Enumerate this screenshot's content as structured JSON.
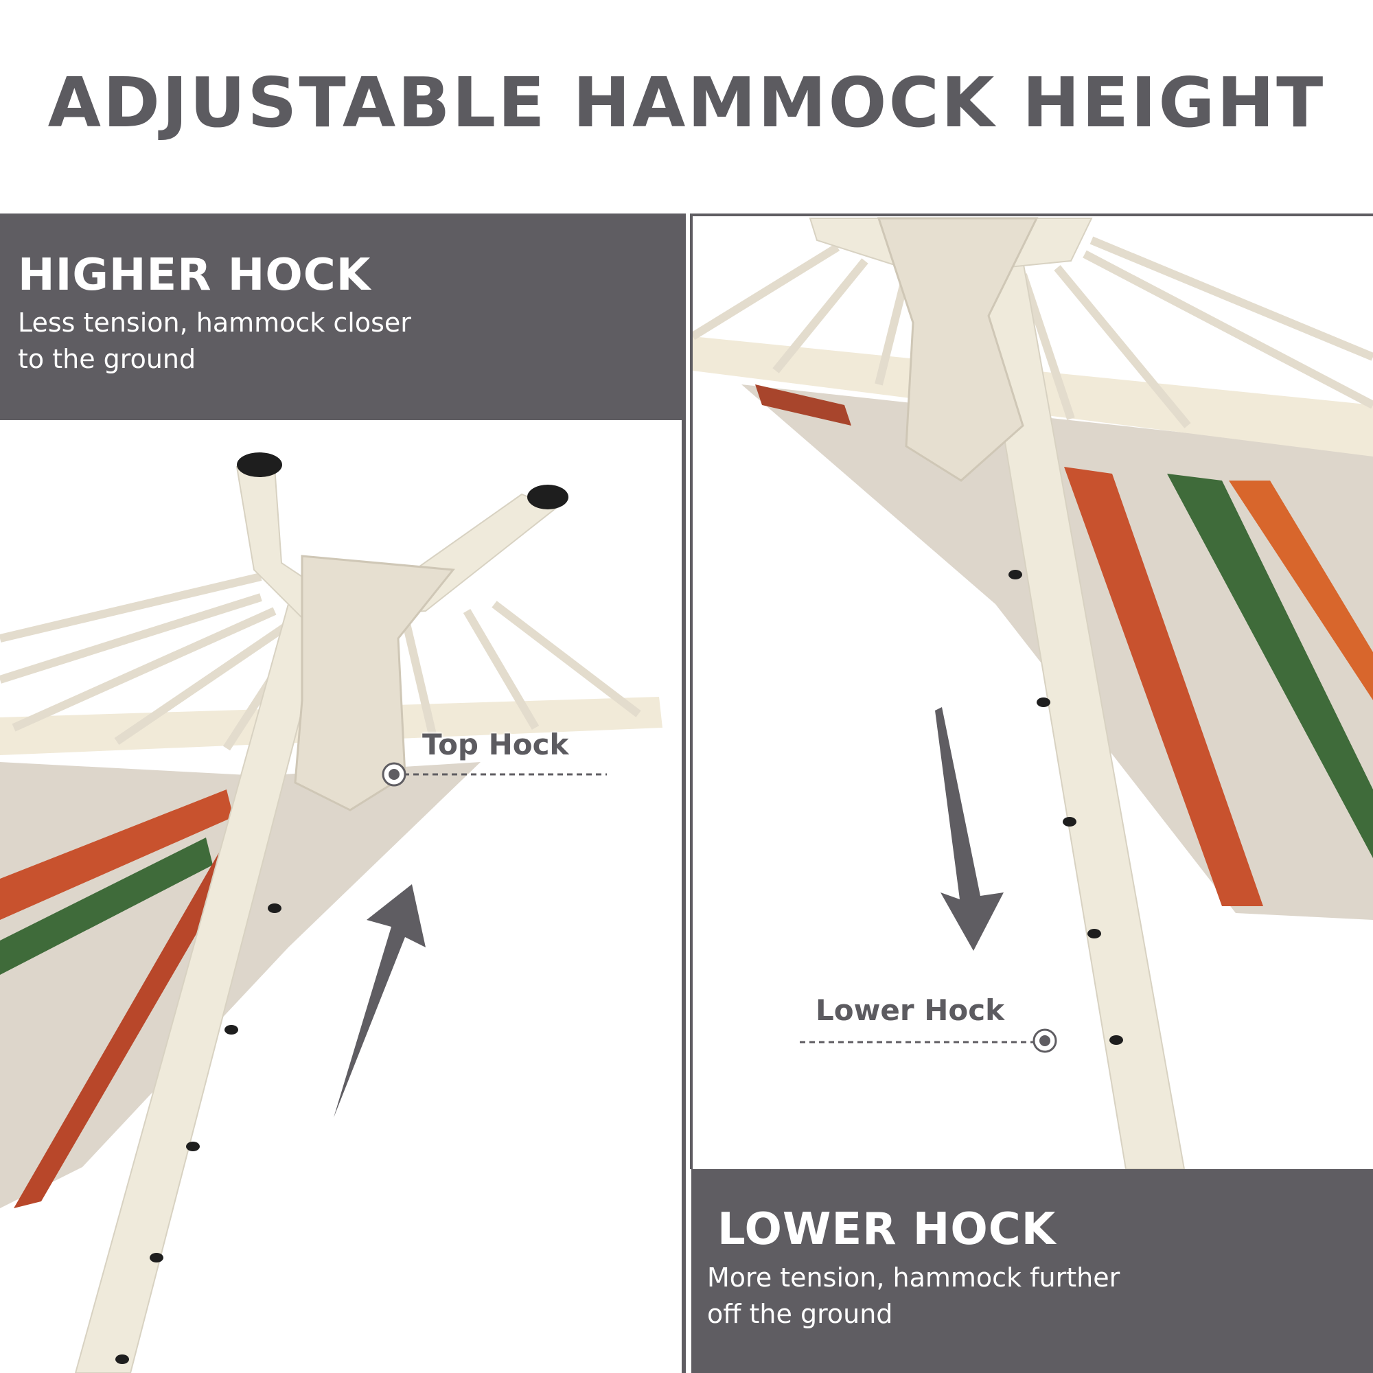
{
  "title": "ADJUSTABLE HAMMOCK HEIGHT",
  "left_panel": {
    "heading": "HIGHER HOCK",
    "description_line1": "Less tension, hammock closer",
    "description_line2": "to the ground",
    "callout": "Top Hock"
  },
  "right_panel": {
    "heading": "LOWER HOCK",
    "description_line1": "More tension, hammock further",
    "description_line2": "off the ground",
    "callout": "Lower Hock"
  },
  "colors": {
    "header_bg": "#5f5d62",
    "text_dark": "#5c5b60",
    "pole": "#efeadb",
    "arrow": "#5f5d62"
  }
}
